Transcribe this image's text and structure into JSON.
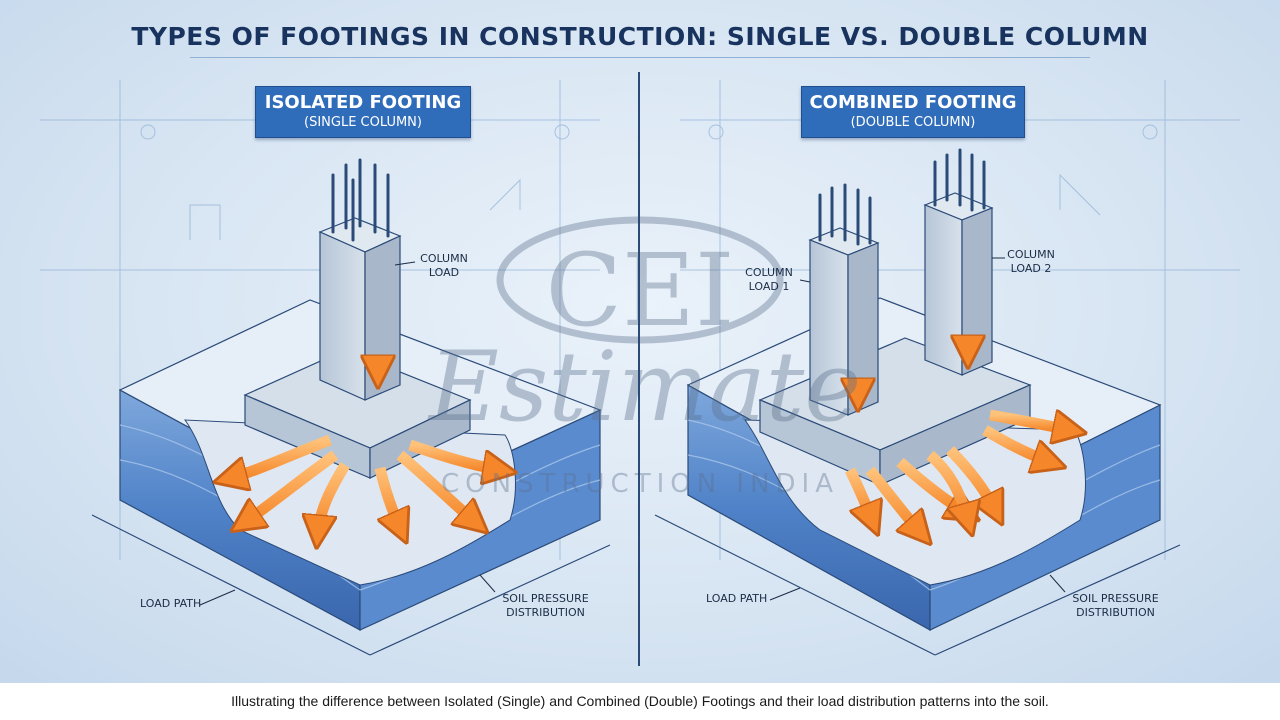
{
  "title": "TYPES OF FOOTINGS IN CONSTRUCTION: SINGLE VS. DOUBLE COLUMN",
  "left_panel": {
    "label_line1": "ISOLATED FOOTING",
    "label_line2": "(SINGLE COLUMN)",
    "column_load": "COLUMN LOAD",
    "load_path": "LOAD PATH",
    "soil_pressure": "SOIL PRESSURE DISTRIBUTION"
  },
  "right_panel": {
    "label_line1": "COMBINED FOOTING",
    "label_line2": "(DOUBLE COLUMN)",
    "column_load_1": "COLUMN LOAD 1",
    "column_load_2": "COLUMN LOAD 2",
    "load_path": "LOAD PATH",
    "soil_pressure": "SOIL PRESSURE DISTRIBUTION"
  },
  "watermark": {
    "line1": "CEI",
    "line2": "Estimate",
    "line3": "CONSTRUCTION INDIA"
  },
  "caption": "Illustrating the difference between Isolated (Single) and Combined (Double) Footings and their load distribution patterns into the soil.",
  "colors": {
    "title": "#18335e",
    "label_bg": "#2f6dbb",
    "arrow": "#f7943a",
    "soil": "#3d72c0",
    "concrete": "#c9d6e3"
  }
}
